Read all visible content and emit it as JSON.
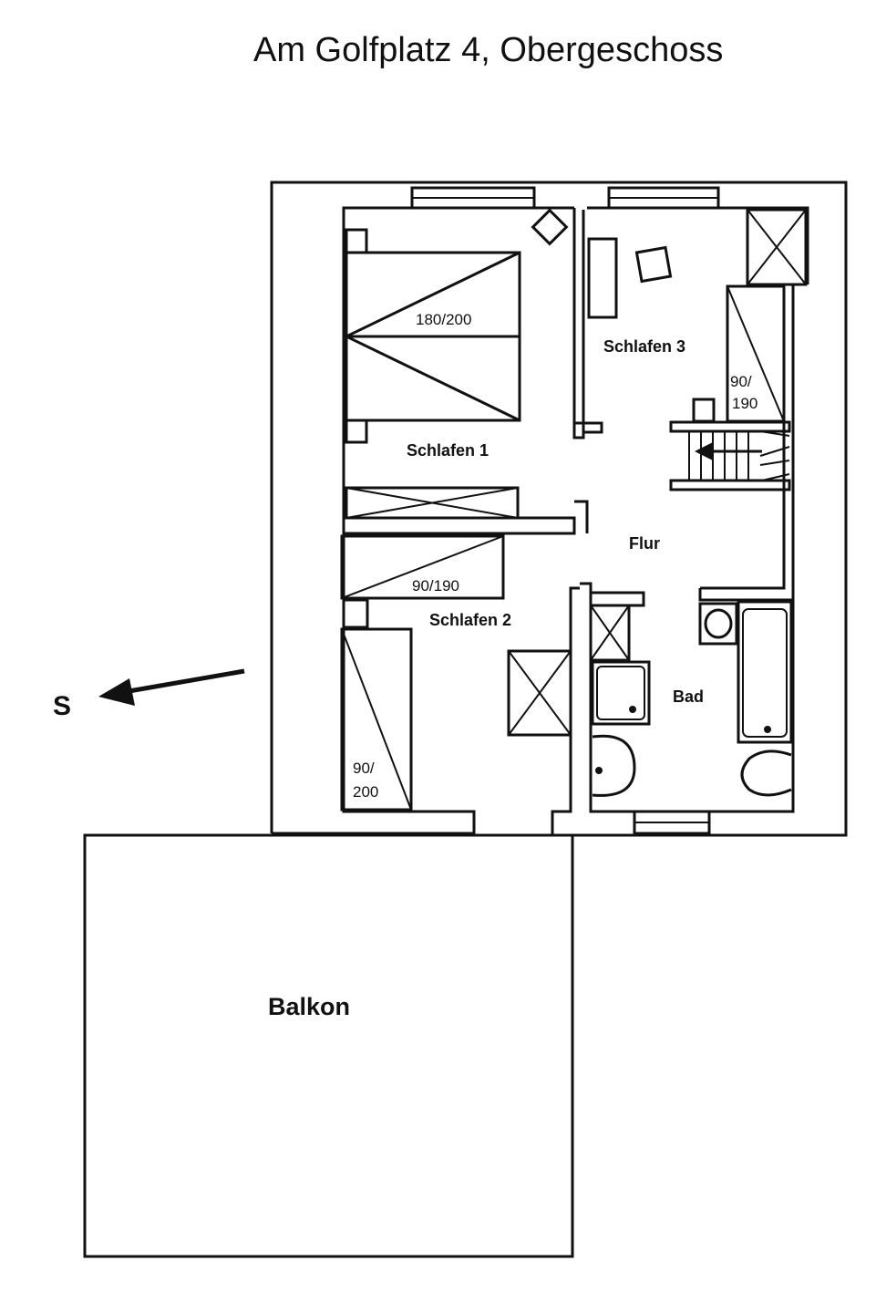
{
  "title": "Am Golfplatz 4, Obergeschoss",
  "rooms": {
    "schlafen1": "Schlafen 1",
    "schlafen2": "Schlafen 2",
    "schlafen3": "Schlafen 3",
    "flur": "Flur",
    "bad": "Bad",
    "balkon": "Balkon"
  },
  "beds": {
    "bed1": "180/200",
    "bed2": "90/190",
    "bed3_line1": "90/",
    "bed3_line2": "200",
    "bed4_line1": "90/",
    "bed4_line2": "190"
  },
  "compass": {
    "label": "S",
    "icon": "arrow-icon"
  }
}
